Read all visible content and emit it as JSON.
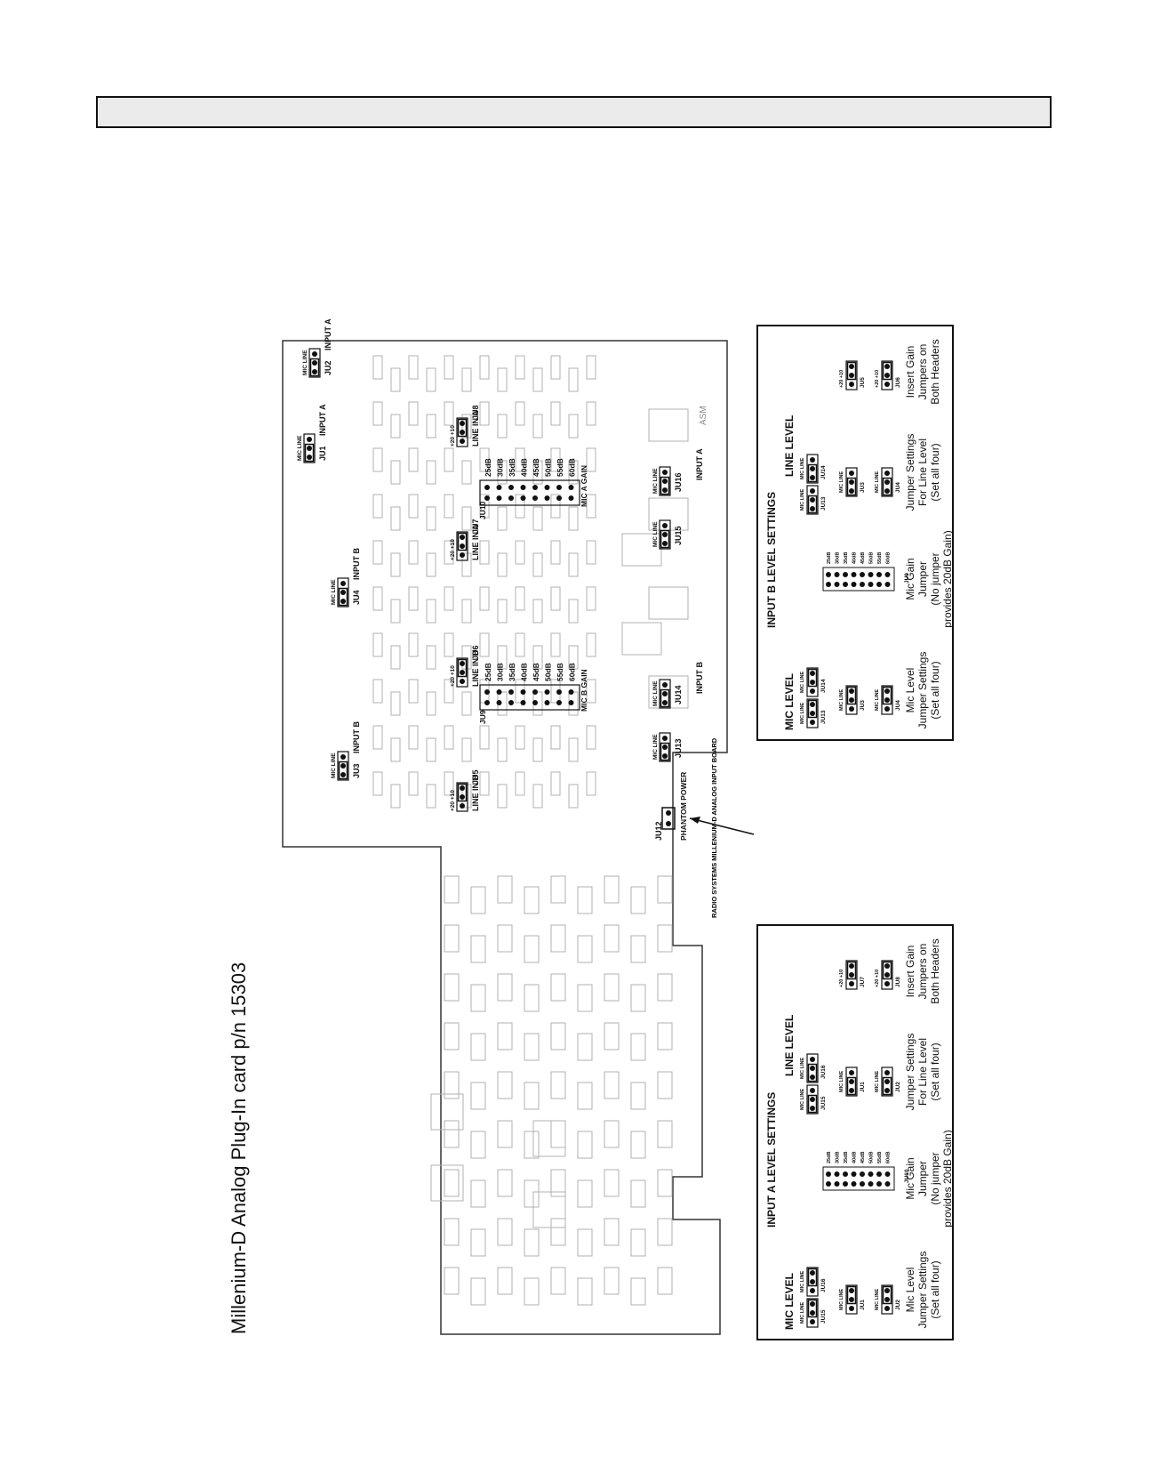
{
  "header": {
    "text": ""
  },
  "side_title": "Millenium-D Analog Plug-In card p/n 15303",
  "board_label": "RADIO SYSTEMS MILLENIUM-D ANALOG INPUT BOARD",
  "asm_label": "ASM",
  "jumpers_board": {
    "ju1": "JU1",
    "ju2": "JU2",
    "ju3": "JU3",
    "ju4": "JU4",
    "ju5": "JU5",
    "ju6": "JU6",
    "ju7": "JU7",
    "ju8": "JU8",
    "ju9": "JU9",
    "ju10": "JU10",
    "ju12": "JU12",
    "ju13": "JU13",
    "ju14": "JU14",
    "ju15": "JU15",
    "ju16": "JU16",
    "input_a": "INPUT A",
    "input_b": "INPUT B",
    "line_in_a": "LINE IN A",
    "line_in_b": "LINE IN B",
    "mic_a_gain": "MIC A GAIN",
    "mic_b_gain": "MIC B GAIN",
    "phantom_power": "PHANTOM POWER",
    "mic": "MIC",
    "line": "LINE",
    "p20": "+20",
    "p10": "+10"
  },
  "gain_steps": [
    "25dB",
    "30dB",
    "35dB",
    "40dB",
    "45dB",
    "50dB",
    "55dB",
    "60dB"
  ],
  "panel_a": {
    "title": "INPUT A LEVEL SETTINGS",
    "mic_level": "MIC LEVEL",
    "line_level": "LINE LEVEL",
    "mic_jumpers": [
      "JU15",
      "JU16",
      "JU1",
      "JU2"
    ],
    "line_jumpers": [
      "JU15",
      "JU16",
      "JU1",
      "JU2"
    ],
    "gain_jumper": "JU10",
    "insert_jumpers": [
      "JU7",
      "JU8"
    ],
    "caption_mic_level": [
      "Mic Level",
      "Jumper Settings",
      "(Set all four)"
    ],
    "caption_mic_gain": [
      "Mic Gain",
      "Jumper",
      "(No jumper",
      "provides 20dB Gain)"
    ],
    "caption_line_level": [
      "Jumper  Settings",
      "For Line Level",
      "(Set all four)"
    ],
    "caption_insert": [
      "Insert Gain",
      "Jumpers on",
      "Both Headers"
    ]
  },
  "panel_b": {
    "title": "INPUT B LEVEL SETTINGS",
    "mic_level": "MIC LEVEL",
    "line_level": "LINE LEVEL",
    "mic_jumpers": [
      "JU13",
      "JU14",
      "JU3",
      "JU4"
    ],
    "line_jumpers": [
      "JU13",
      "JU14",
      "JU3",
      "JU4"
    ],
    "gain_jumper": "JU9",
    "insert_jumpers": [
      "JU5",
      "JU6"
    ],
    "caption_mic_level": [
      "Mic Level",
      "Jumper Settings",
      "(Set all four)"
    ],
    "caption_mic_gain": [
      "Mic Gain",
      "Jumper",
      "(No jumper",
      "provides 20dB Gain)"
    ],
    "caption_line_level": [
      "Jumper  Settings",
      "For Line Level",
      "(Set all four)"
    ],
    "caption_insert": [
      "Insert Gain",
      "Jumpers on",
      "Both Headers"
    ]
  }
}
